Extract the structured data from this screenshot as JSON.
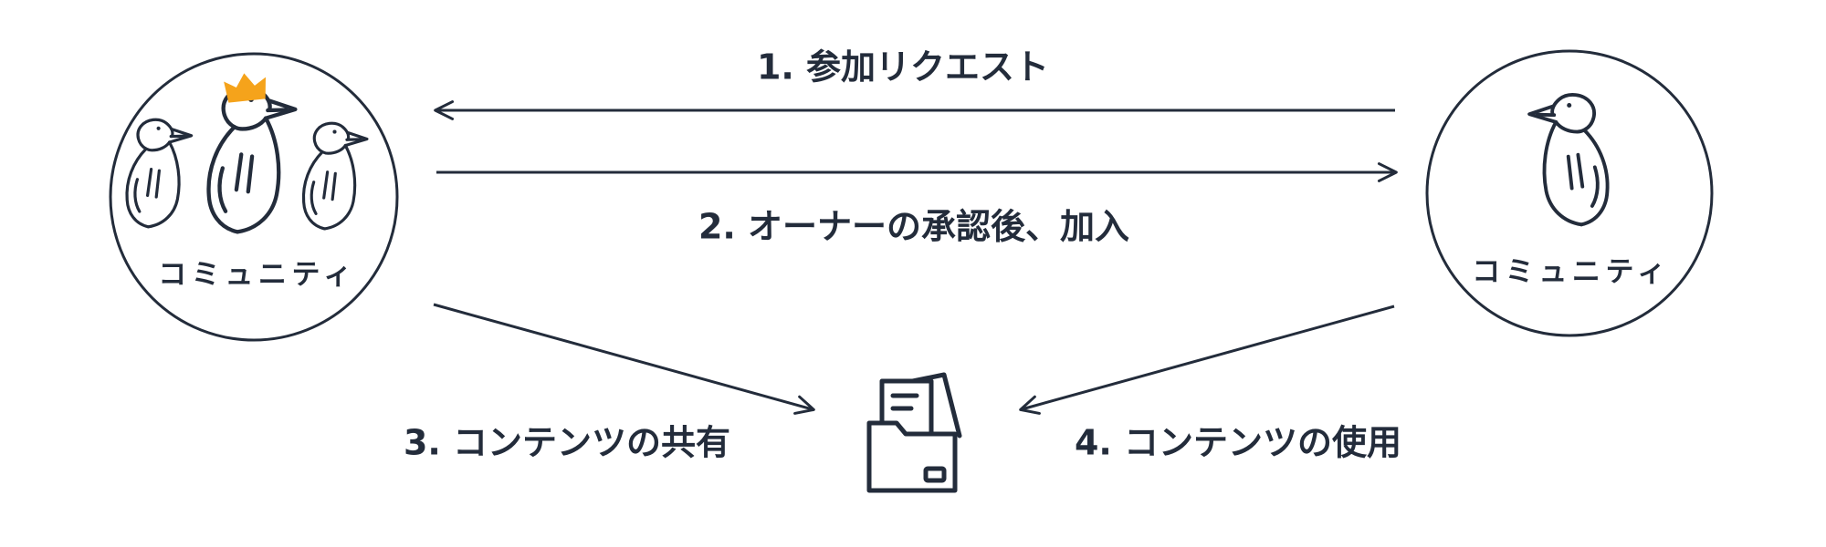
{
  "diagram": {
    "background": "#ffffff",
    "line_color": "#232c3b",
    "left_node": {
      "label": "コミュニティ",
      "icon": "penguin-group-with-crown-icon",
      "crown_color": "#f5a31b"
    },
    "right_node": {
      "label": "コミュニティ",
      "icon": "penguin-icon"
    },
    "center_icon": "shared-content-folder-icon",
    "steps": [
      {
        "label": "1. 参加リクエスト",
        "direction": "right-to-left"
      },
      {
        "label": "2. オーナーの承認後、加入",
        "direction": "left-to-right"
      },
      {
        "label": "3. コンテンツの共有",
        "direction": "left-to-center"
      },
      {
        "label": "4. コンテンツの使用",
        "direction": "right-to-center"
      }
    ]
  }
}
